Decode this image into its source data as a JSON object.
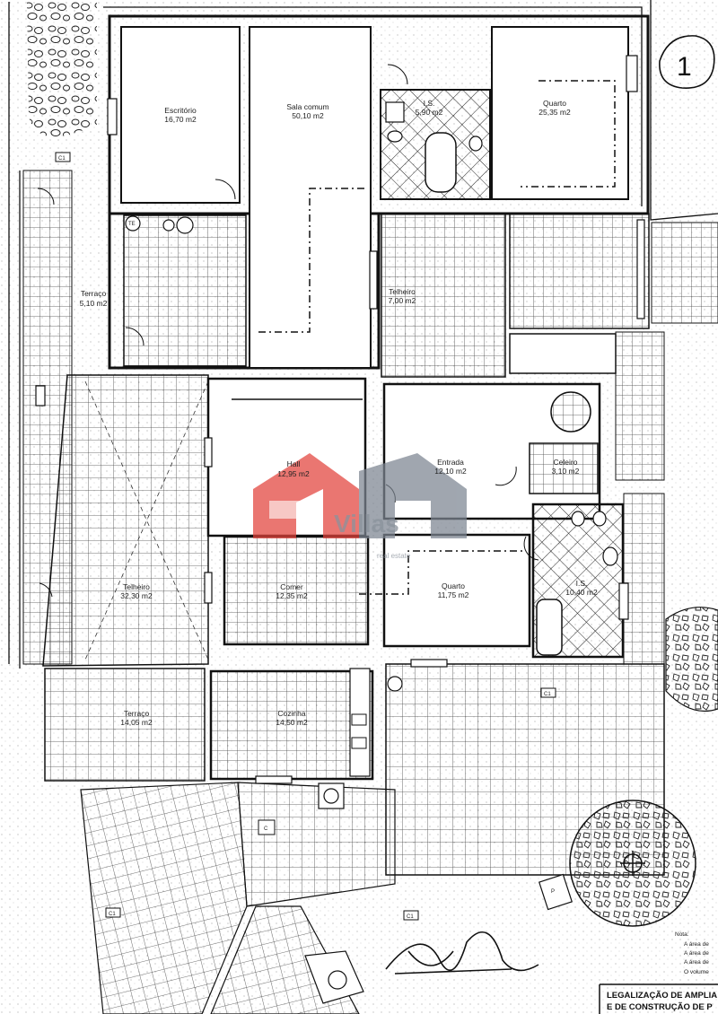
{
  "sheet_number": "1",
  "rooms": [
    {
      "id": "escritorio",
      "name": "Escritório",
      "area": "16,70 m2"
    },
    {
      "id": "sala-comum",
      "name": "Sala comum",
      "area": "50,10 m2"
    },
    {
      "id": "is-top",
      "name": "I.S.",
      "area": "5,90 m2"
    },
    {
      "id": "quarto-top",
      "name": "Quarto",
      "area": "25,35 m2"
    },
    {
      "id": "terraco-left",
      "name": "Terraço",
      "area": "5,10 m2"
    },
    {
      "id": "telheiro-top",
      "name": "Telheiro",
      "area": "7,00 m2"
    },
    {
      "id": "hall",
      "name": "Hall",
      "area": "12,95 m2"
    },
    {
      "id": "entrada",
      "name": "Entrada",
      "area": "12,10 m2"
    },
    {
      "id": "celeiro",
      "name": "Celeiro",
      "area": "3,10 m2"
    },
    {
      "id": "telheiro-big",
      "name": "Telheiro",
      "area": "32,30 m2"
    },
    {
      "id": "comer",
      "name": "Comer",
      "area": "12,35 m2"
    },
    {
      "id": "quarto-mid",
      "name": "Quarto",
      "area": "11,75 m2"
    },
    {
      "id": "is-mid",
      "name": "I.S.",
      "area": "10,40 m2"
    },
    {
      "id": "terraco-bottom",
      "name": "Terraço",
      "area": "14,05 m2"
    },
    {
      "id": "cozinha",
      "name": "Cozinha",
      "area": "14,50 m2"
    }
  ],
  "tags": {
    "c1": "C1",
    "c": "C",
    "te": "TE",
    "p": "P"
  },
  "watermark": {
    "brand": "Villas",
    "sub": "real estate",
    "colors": {
      "roof_red": "#e3423b",
      "roof_grey": "#7c8591",
      "text": "#8a929c"
    }
  },
  "notes": {
    "label": "Nota:",
    "lines": [
      "A área de",
      "A área de",
      "A área de",
      "O volume"
    ]
  },
  "title_block": {
    "line1": "LEGALIZAÇÃO DE AMPLIA",
    "line2": "E DE CONSTRUÇÃO DE P"
  }
}
